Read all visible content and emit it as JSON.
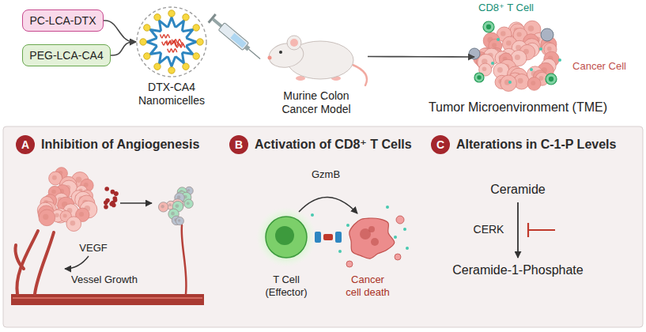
{
  "diagram": {
    "nodes": [
      {
        "text": [
          "PC-LCA-DTX"
        ]
      },
      {
        "text": [
          "PEG-LCA-CA4"
        ]
      },
      {
        "text": [
          "DTX-CA4 Nanomicelles"
        ]
      },
      {
        "text": [
          "Murine Colon Cancer Model"
        ]
      },
      {
        "text": [
          "Tumor Microenvironment (TME)"
        ]
      },
      {
        "text": [
          "A",
          "Inhibition of Angiogenesis"
        ]
      },
      {
        "text": [
          "B",
          "Activation of CD8⁺ T Cells"
        ]
      },
      {
        "text": [
          "C",
          "Alterations in C-1-P Levels"
        ]
      }
    ],
    "edges": [
      {
        "from": 0,
        "to": 2,
        "arrow": "to"
      },
      {
        "from": 1,
        "to": 2,
        "arrow": "to"
      },
      {
        "from": 3,
        "to": 4,
        "arrow": "to"
      }
    ],
    "labels": [
      "CD8⁺ T Cell",
      "Cancer Cell",
      "VEGF",
      "Vessel Growth",
      "GzmB",
      "T Cell (Effector)",
      "Cancer cell death",
      "Ceramide",
      "CERK",
      "Ceramide-1-Phosphate"
    ]
  }
}
